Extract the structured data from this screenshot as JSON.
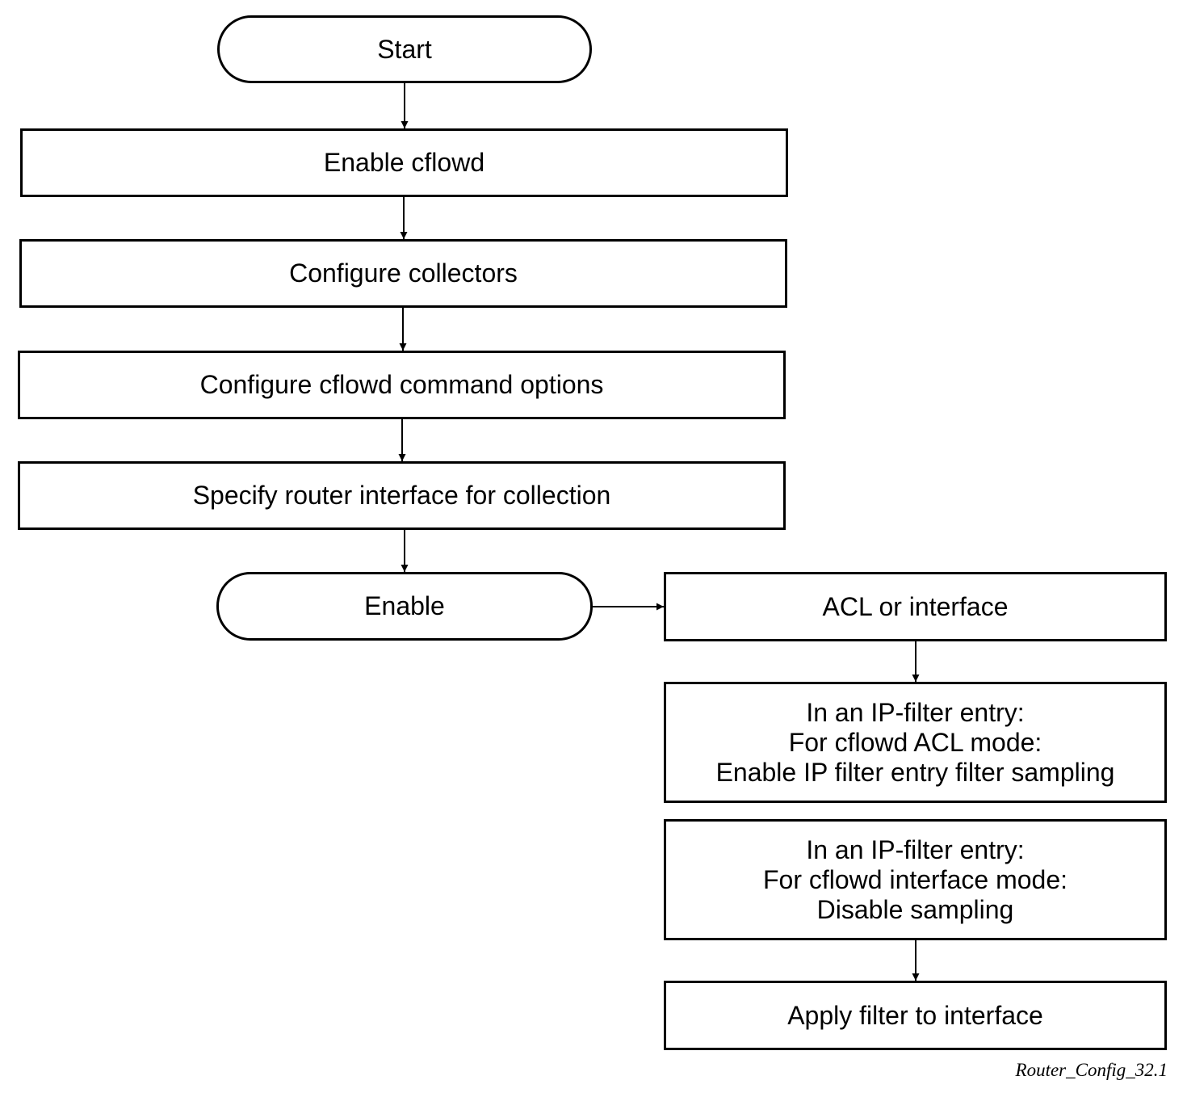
{
  "nodes": {
    "start": {
      "shape": "terminal",
      "lines": [
        "Start"
      ]
    },
    "enable_cflowd": {
      "shape": "process",
      "lines": [
        "Enable cflowd"
      ]
    },
    "configure_collectors": {
      "shape": "process",
      "lines": [
        "Configure collectors"
      ]
    },
    "configure_options": {
      "shape": "process",
      "lines": [
        "Configure cflowd command options"
      ]
    },
    "specify_interface": {
      "shape": "process",
      "lines": [
        "Specify router interface for collection"
      ]
    },
    "enable": {
      "shape": "terminal",
      "lines": [
        "Enable"
      ]
    },
    "acl_or_interface": {
      "shape": "process",
      "lines": [
        "ACL or interface"
      ]
    },
    "acl_mode": {
      "shape": "process",
      "lines": [
        "In an IP-filter entry:",
        "For cflowd ACL mode:",
        "Enable IP filter entry filter sampling"
      ]
    },
    "interface_mode": {
      "shape": "process",
      "lines": [
        "In an IP-filter entry:",
        "For cflowd interface mode:",
        "Disable sampling"
      ]
    },
    "apply_filter": {
      "shape": "process",
      "lines": [
        "Apply filter to interface"
      ]
    }
  },
  "edges": [
    {
      "from": "start",
      "to": "enable_cflowd"
    },
    {
      "from": "enable_cflowd",
      "to": "configure_collectors"
    },
    {
      "from": "configure_collectors",
      "to": "configure_options"
    },
    {
      "from": "configure_options",
      "to": "specify_interface"
    },
    {
      "from": "specify_interface",
      "to": "enable"
    },
    {
      "from": "enable",
      "to": "acl_or_interface"
    },
    {
      "from": "acl_or_interface",
      "to": "acl_mode"
    },
    {
      "from": "interface_mode",
      "to": "apply_filter"
    }
  ],
  "figure_id": "Router_Config_32.1",
  "colors": {
    "stroke": "#000000",
    "background": "#ffffff"
  }
}
